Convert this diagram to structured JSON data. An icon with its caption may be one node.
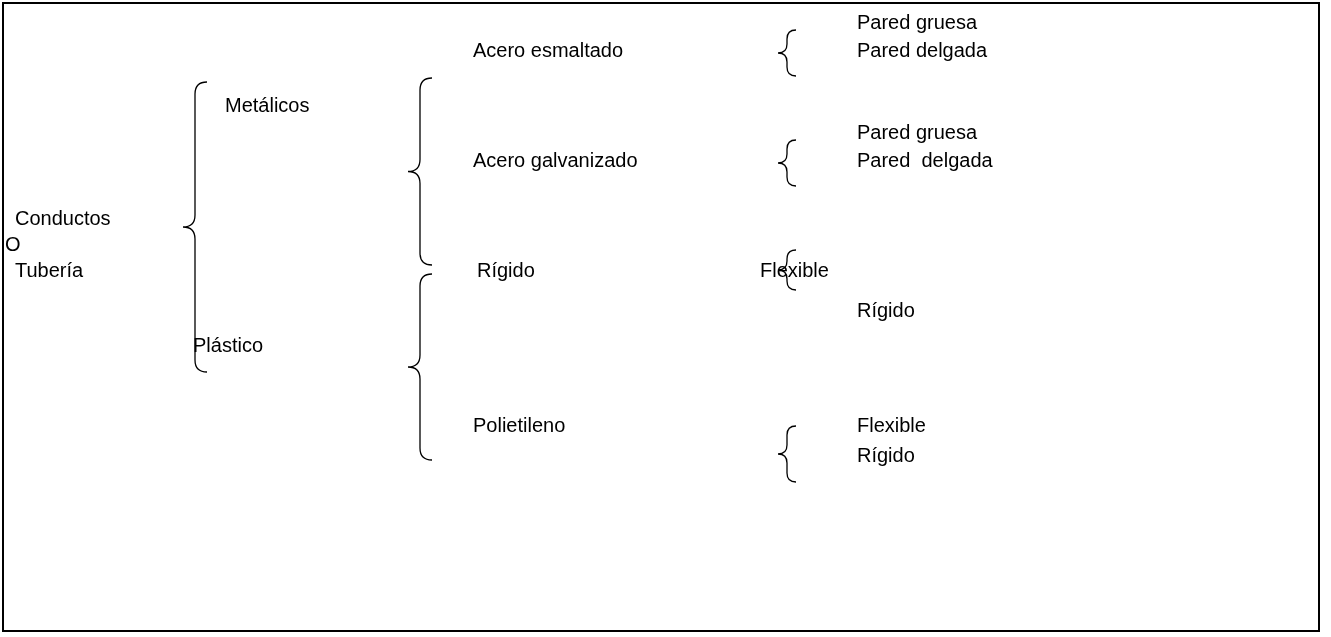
{
  "diagram": {
    "labels": [
      "Pared gruesa",
      "Acero esmaltado",
      "Pared delgada",
      "Metálicos",
      "Pared gruesa",
      "Acero galvanizado",
      "Pared  delgada",
      "Conductos",
      "O",
      "Tubería",
      "Rígido",
      "Flexible",
      "Rígido",
      "Plástico",
      "Polietileno",
      "Flexible",
      "Rígido"
    ]
  }
}
